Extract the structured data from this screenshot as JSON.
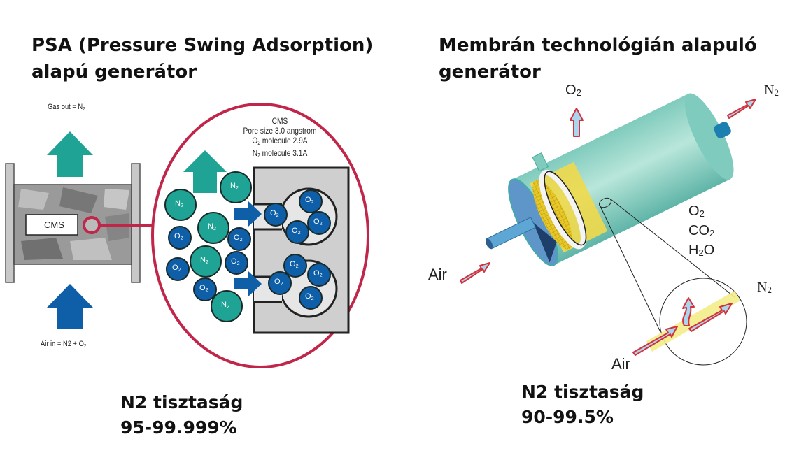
{
  "left": {
    "title_line1": "PSA (Pressure Swing Adsorption)",
    "title_line2": "alapú generátor",
    "gas_out": "Gas out = N",
    "gas_out_sub": "2",
    "air_in": "Air in = N2 + O",
    "air_in_sub": "2",
    "cms_label": "CMS",
    "info_title": "CMS",
    "info_line1": "Pore size 3.0 angstrom",
    "info_line2_a": "O",
    "info_line2_b": " molecule 2.9A",
    "info_line3_a": "N",
    "info_line3_b": " molecule 3.1A",
    "molecule_n2": "N",
    "molecule_o2": "O",
    "sub2": "2",
    "purity_label": "N2 tisztaság",
    "purity_value": "95-99.999%",
    "colors": {
      "teal": "#1fa394",
      "blue": "#0e5fa8",
      "red": "#c0264a"
    }
  },
  "right": {
    "title_line1": "Membrán technológián alapuló",
    "title_line2": "generátor",
    "o2_label": "O",
    "n2_label": "N",
    "sub2": "2",
    "air_label": "Air",
    "permeate_o2": "O",
    "permeate_co2": "CO",
    "permeate_h2o_a": "H",
    "permeate_h2o_b": "O",
    "detail_n2": "N",
    "detail_air": "Air",
    "purity_label": "N2 tisztaság",
    "purity_value": "90-99.5%"
  }
}
